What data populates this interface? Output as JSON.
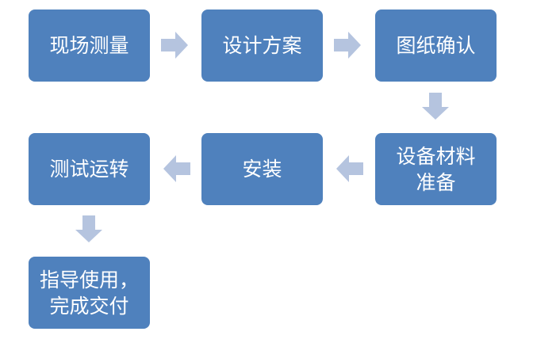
{
  "flow": {
    "steps": [
      {
        "label": "现场测量"
      },
      {
        "label": "设计方案"
      },
      {
        "label": "图纸确认"
      },
      {
        "label": "设备材料准备"
      },
      {
        "label": "安装"
      },
      {
        "label": "测试运转"
      },
      {
        "label": "指导使用，完成交付"
      }
    ]
  },
  "colors": {
    "box_fill": "#4f81bd",
    "box_text": "#ffffff",
    "arrow_fill": "#b5c4df"
  }
}
